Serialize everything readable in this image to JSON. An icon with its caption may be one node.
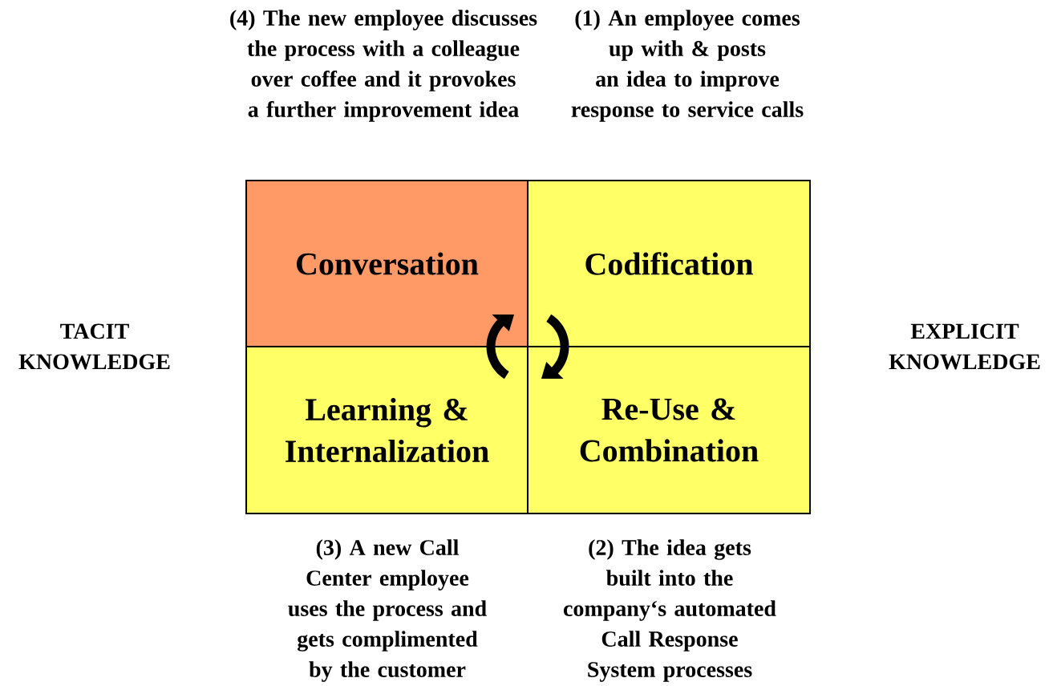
{
  "diagram": {
    "nodes": [
      {
        "text": [
          "Conversation"
        ],
        "beside": [
          "(4) The new employee discusses the process with a colleague over coffee and it provokes a further improvement idea"
        ]
      },
      {
        "text": [
          "Codification"
        ],
        "beside": [
          "(1) An employee comes up with & posts an idea to improve response to service calls"
        ]
      },
      {
        "text": [
          "Learning & Internalization"
        ],
        "beside": [
          "(3) A new Call Center employee uses the process and gets complimented by the customer"
        ]
      },
      {
        "text": [
          "Re-Use & Combination"
        ],
        "beside": [
          "(2) The idea gets built into the company‘s automated Call Response System processes"
        ]
      }
    ],
    "labels": [
      "TACIT KNOWLEDGE",
      "EXPLICIT KNOWLEDGE"
    ]
  }
}
